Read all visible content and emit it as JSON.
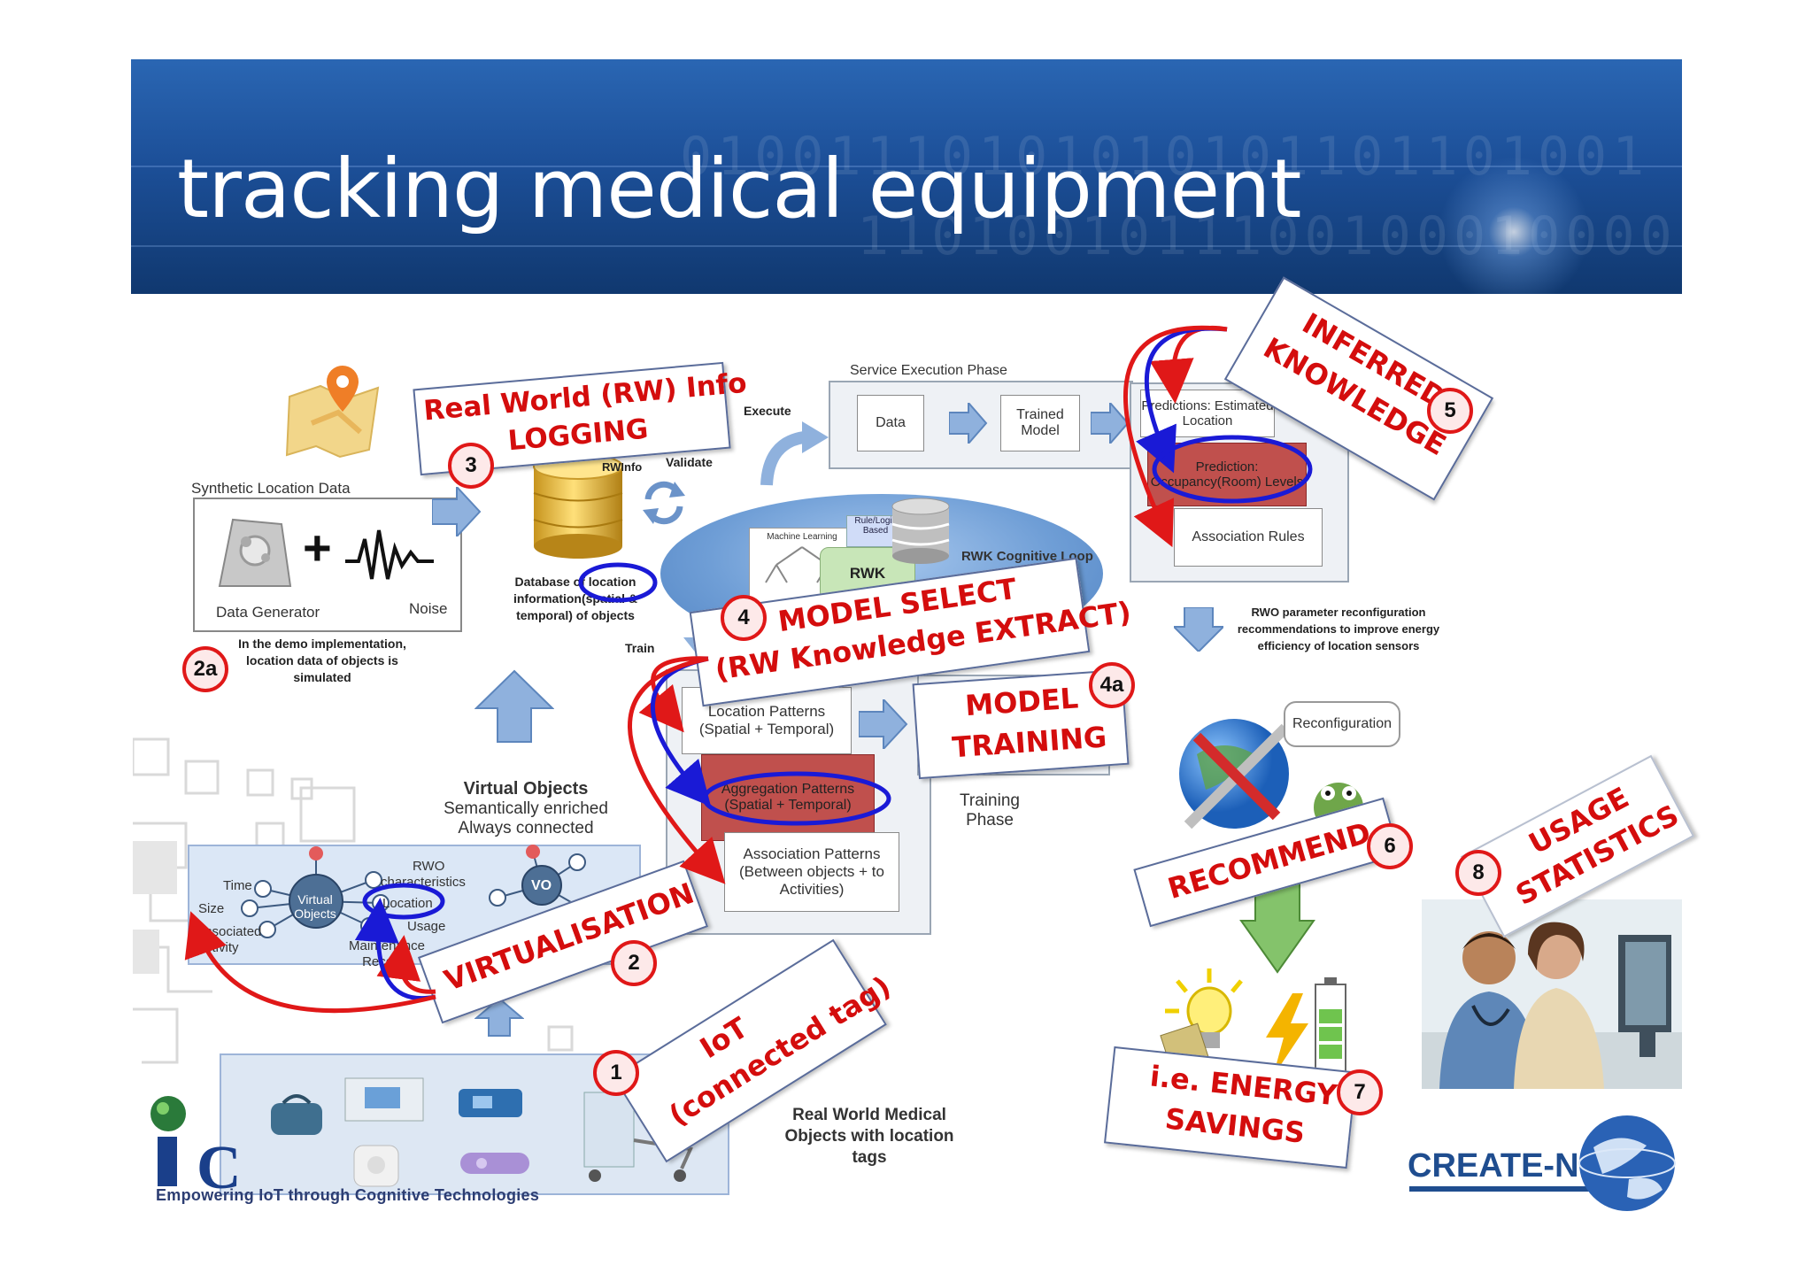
{
  "title": "tracking medical equipment",
  "synthetic": {
    "label": "Synthetic Location Data",
    "generator": "Data Generator",
    "noise": "Noise"
  },
  "demo_note": "In the demo implementation, location data of objects is simulated",
  "database": {
    "tag": "RWInfo",
    "label": "Database of location information(spatial & temporal) of objects"
  },
  "flow_labels": {
    "validate": "Validate",
    "execute": "Execute",
    "train": "Train"
  },
  "service": {
    "title": "Service Execution Phase",
    "data": "Data",
    "trained_model": "Trained Model",
    "predictions": "Predictions: Estimated Location",
    "prediction_occ": "Prediction: Occupancy(Room) Levels",
    "association_rules": "Association Rules"
  },
  "cognitive": {
    "machine_learning": "Machine Learning",
    "rule_logic": "Rule/Logic Based",
    "rwk": "RWK",
    "loop": "RWK Cognitive Loop"
  },
  "rwo_note": "RWO parameter reconfiguration recommendations to improve energy efficiency of location sensors",
  "training": {
    "location_patterns": "Location Patterns (Spatial + Temporal)",
    "aggregation_patterns": "Aggregation Patterns (Spatial + Temporal)",
    "association_patterns": "Association Patterns (Between objects + to Activities)",
    "phase": "Training Phase"
  },
  "virtual": {
    "heading1": "Virtual Objects",
    "heading2": "Semantically enriched",
    "heading3": "Always connected",
    "center": "Virtual Objects",
    "vo": "VO",
    "time": "Time",
    "size": "Size",
    "associated": "Associated Activity",
    "rwo": "RWO",
    "characteristics": "characteristics",
    "location": "Location",
    "usage": "Usage",
    "maintenance": "Maintenance Records"
  },
  "real_world": "Real World Medical Objects with location tags",
  "reconfiguration": "Reconfiguration",
  "footer": {
    "tagline": "Empowering IoT through Cognitive Technologies",
    "create_net": "CREATE-NET"
  },
  "callouts": [
    {
      "num": "1",
      "text1": "IoT",
      "text2": "(connected tag)"
    },
    {
      "num": "2",
      "text1": "VIRTUALISATION"
    },
    {
      "num": "2a"
    },
    {
      "num": "3",
      "text1": "Real World (RW) Info",
      "text2": "LOGGING"
    },
    {
      "num": "4",
      "text1": "MODEL  SELECT",
      "text2": "(RW Knowledge EXTRACT)"
    },
    {
      "num": "4a",
      "text1": "MODEL",
      "text2": "TRAINING"
    },
    {
      "num": "5",
      "text1": "INFERRED",
      "text2": "KNOWLEDGE"
    },
    {
      "num": "6",
      "text1": "RECOMMEND"
    },
    {
      "num": "7",
      "text1": "i.e. ENERGY",
      "text2": "SAVINGS"
    },
    {
      "num": "8",
      "text1": "USAGE",
      "text2": "STATISTICS"
    }
  ],
  "colors": {
    "banner": "#1c4f98",
    "callout_red": "#d40d0d",
    "highlight_blue": "#1a1ad6",
    "pattern_red": "#c0504d"
  }
}
